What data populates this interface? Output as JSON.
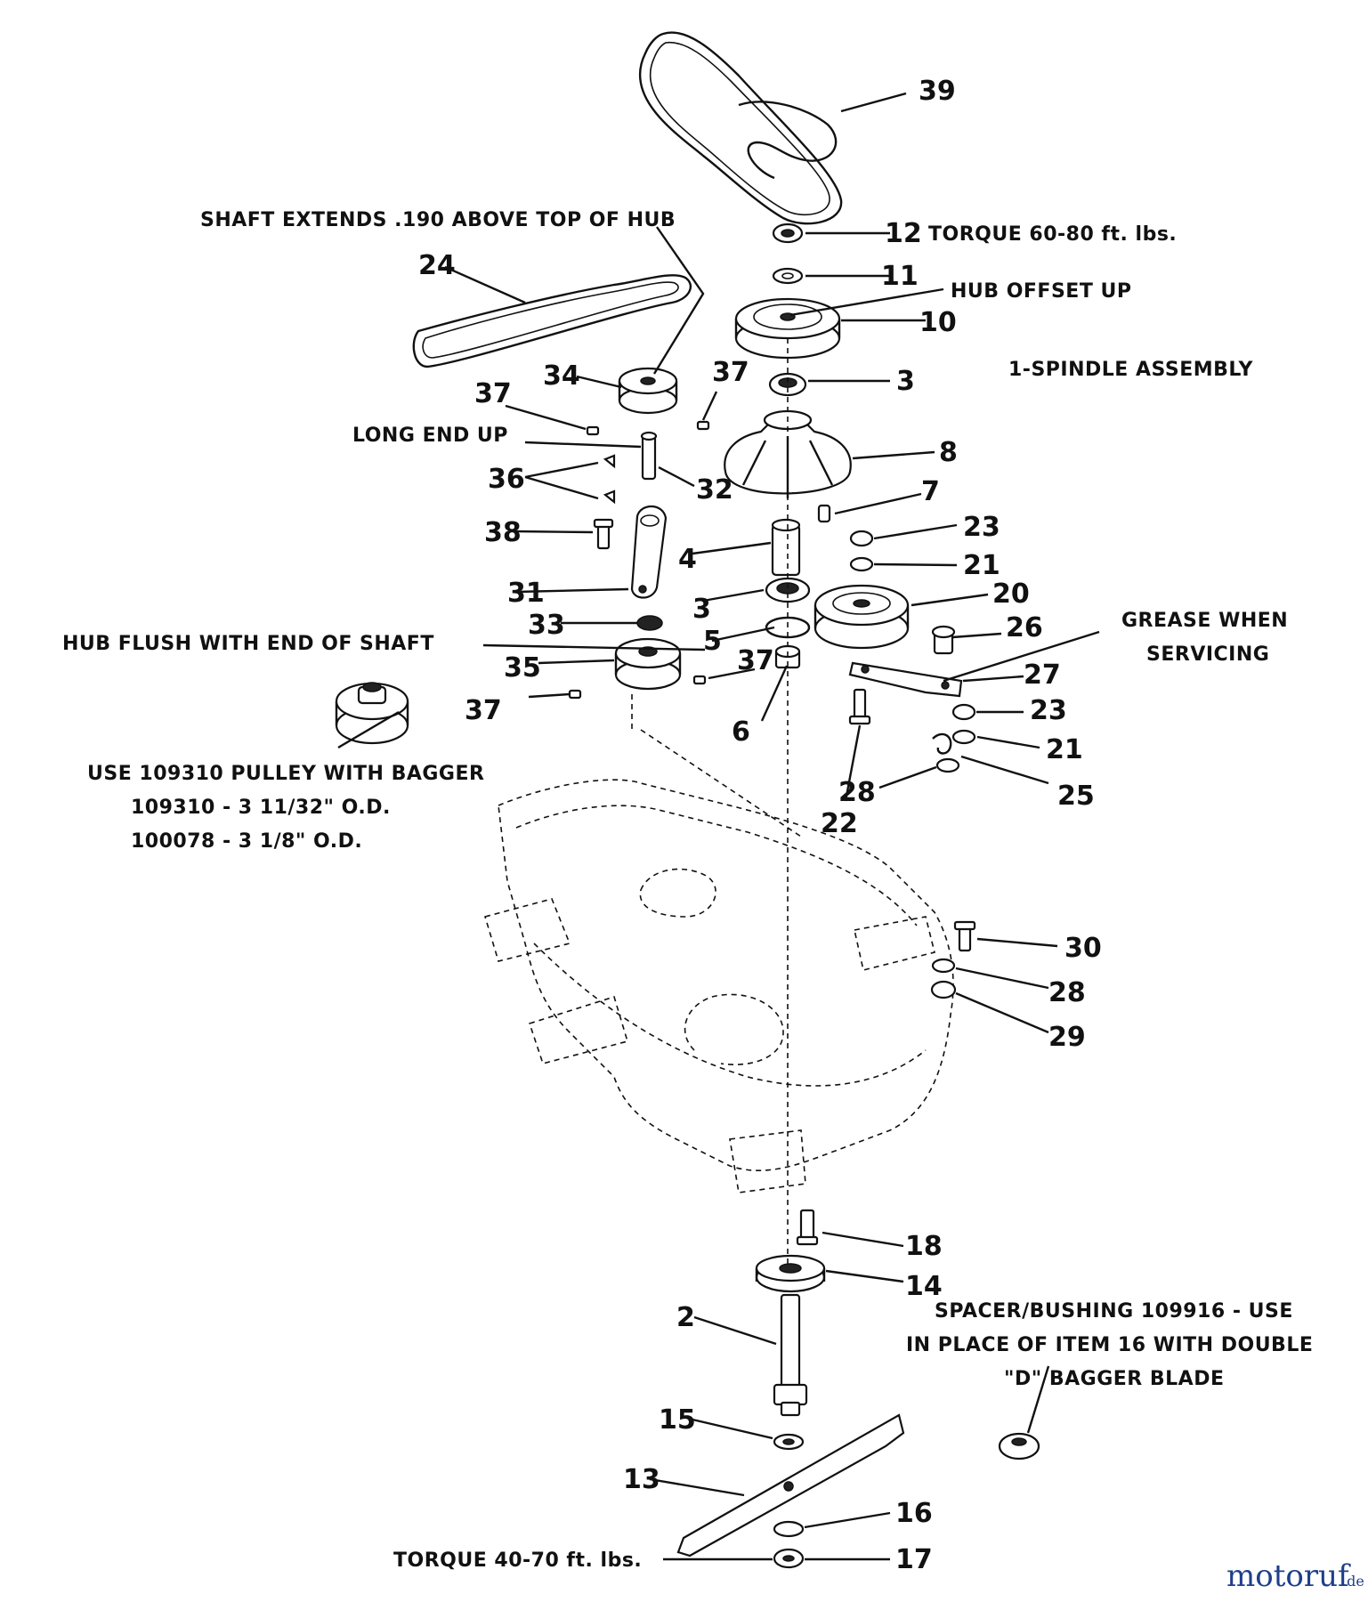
{
  "labels": {
    "n39": "39",
    "n24": "24",
    "n12": "12",
    "n11": "11",
    "n10": "10",
    "n34": "34",
    "n37a": "37",
    "n37b": "37",
    "n37c": "37",
    "n37d": "37",
    "n3a": "3",
    "n3b": "3",
    "n8": "8",
    "n36": "36",
    "n32": "32",
    "n7": "7",
    "n38": "38",
    "n4": "4",
    "n23a": "23",
    "n23b": "23",
    "n21a": "21",
    "n21b": "21",
    "n31": "31",
    "n20": "20",
    "n33": "33",
    "n5": "5",
    "n26": "26",
    "n35": "35",
    "n27": "27",
    "n6": "6",
    "n25": "25",
    "n28a": "28",
    "n28b": "28",
    "n22": "22",
    "n30": "30",
    "n29": "29",
    "n18": "18",
    "n14": "14",
    "n2": "2",
    "n15": "15",
    "n13": "13",
    "n16": "16",
    "n17": "17"
  },
  "notes": {
    "shaft_extends": "SHAFT EXTENDS .190 ABOVE TOP OF HUB",
    "torque_top": "TORQUE 60-80 ft. lbs.",
    "hub_offset": "HUB OFFSET UP",
    "spindle": "1-SPINDLE ASSEMBLY",
    "long_end": "LONG END UP",
    "grease_1": "GREASE WHEN",
    "grease_2": "SERVICING",
    "hub_flush": "HUB FLUSH WITH END OF SHAFT",
    "bagger_1": "USE 109310 PULLEY WITH BAGGER",
    "bagger_2": "109310 - 3 11/32\" O.D.",
    "bagger_3": "100078 - 3 1/8\" O.D.",
    "spacer_1": "SPACER/BUSHING 109916 - USE",
    "spacer_2": "IN PLACE OF ITEM 16 WITH DOUBLE",
    "spacer_3": "\"D\" BAGGER BLADE",
    "torque_bottom": "TORQUE 40-70 ft. lbs."
  },
  "watermark": {
    "brand": "motoruf",
    "suffix": ".de"
  }
}
